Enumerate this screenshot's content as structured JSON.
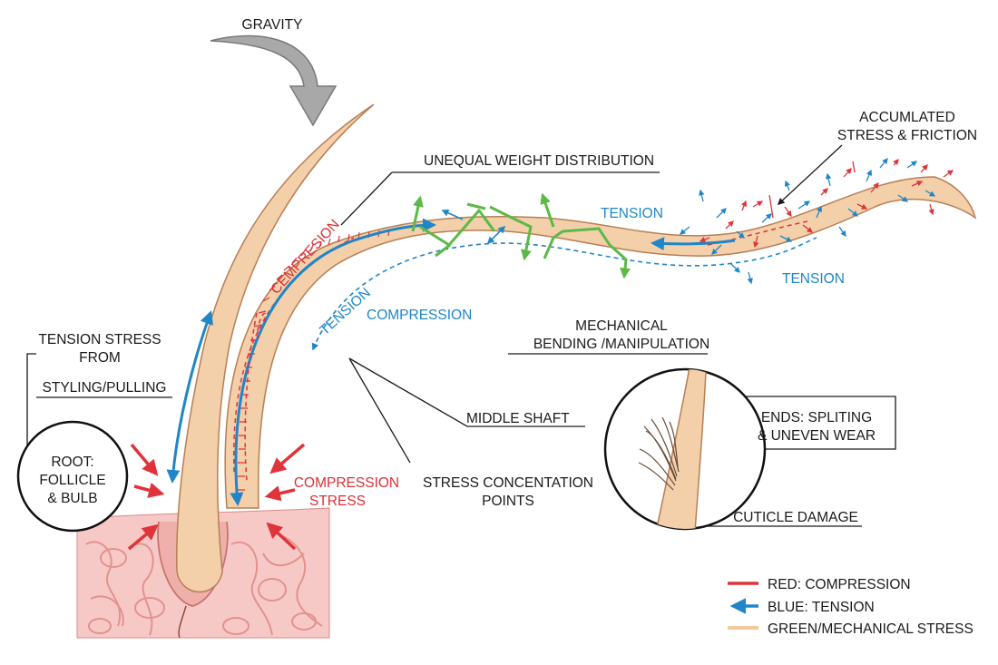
{
  "labels": {
    "gravity": "GRAVITY",
    "unequal_weight": "UNEQUAL WEIGHT DISTRIBUTION",
    "accumulated_line1": "ACCUMLATED",
    "accumulated_line2": "STRESS & FRICTION",
    "tension_top": "TENSION",
    "tension_right": "TENSION",
    "cempresion": "CEMPRESION",
    "tension_shaft": "TENSION",
    "compression_mid": "COMPRESSION",
    "mechanical_line1": "MECHANICAL",
    "mechanical_line2": "BENDING /MANIPULATION",
    "tension_stress_line1": "TENSION STRESS",
    "tension_stress_line2": "FROM",
    "styling_pulling": "STYLING/PULLING",
    "root_line1": "ROOT:",
    "root_line2": "FOLLICLE",
    "root_line3": "& BULB",
    "compression_stress_line1": "COMPRESSION",
    "compression_stress_line2": "STRESS",
    "middle_shaft": "MIDDLE SHAFT",
    "stress_points_line1": "STRESS CONCENTATION",
    "stress_points_line2": "POINTS",
    "ends_line1": "ENDS: SPLITING",
    "ends_line2": "& UNEVEN WEAR",
    "cuticle_damage": "CUTICLE DAMAGE"
  },
  "legend": [
    {
      "label": "RED: COMPRESSION",
      "color": "#e0333a",
      "symbol": "line"
    },
    {
      "label": "BLUE: TENSION",
      "color": "#1f86c7",
      "symbol": "arrow"
    },
    {
      "label": "GREEN/MECHANICAL STRESS",
      "color": "#f3c9a0",
      "symbol": "line"
    }
  ],
  "colors": {
    "compression": "#e0333a",
    "tension": "#1f86c7",
    "mechanical": "#5cb947",
    "hair": "#f3cfaa",
    "hair_outline": "#b77f55",
    "skin": "#f7c9c6",
    "gravity_arrow": "#9a9a9a"
  }
}
